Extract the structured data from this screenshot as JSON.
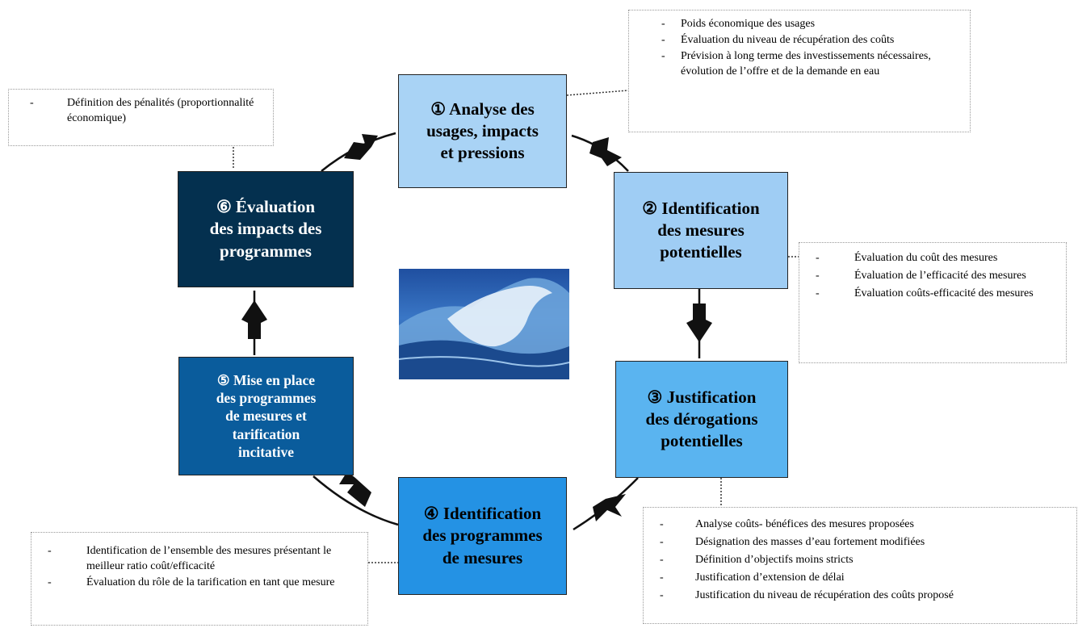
{
  "steps": [
    {
      "num": "①",
      "lines": [
        "Analyse des",
        "usages, impacts",
        "et pressions"
      ],
      "color": "#a9d3f5",
      "text_color": "#000000"
    },
    {
      "num": "②",
      "lines": [
        "Identification",
        "des mesures",
        "potentielles"
      ],
      "color": "#9fcdf4",
      "text_color": "#000000"
    },
    {
      "num": "③",
      "lines": [
        "Justification",
        "des dérogations",
        "potentielles"
      ],
      "color": "#5ab4f0",
      "text_color": "#000000"
    },
    {
      "num": "④",
      "lines": [
        "Identification",
        "des programmes",
        "de mesures"
      ],
      "color": "#2492e4",
      "text_color": "#000000"
    },
    {
      "num": "⑤",
      "lines": [
        "Mise en place",
        "des programmes",
        "de mesures et",
        "tarification",
        "incitative"
      ],
      "color": "#0a5c9c",
      "text_color": "#ffffff"
    },
    {
      "num": "⑥",
      "lines": [
        "Évaluation",
        "des impacts des",
        "programmes"
      ],
      "color": "#04304f",
      "text_color": "#ffffff"
    }
  ],
  "notes": {
    "top": [
      "Poids économique des usages",
      "Évaluation du niveau de récupération des coûts",
      "Prévision à long terme des investissements nécessaires, évolution de l’offre et de la demande en eau"
    ],
    "topleft": [
      "Définition des pénalités (proportionnalité économique)"
    ],
    "right": [
      "Évaluation du coût des mesures",
      "Évaluation de l’efficacité des mesures",
      "Évaluation coûts-efficacité des mesures"
    ],
    "bottomright": [
      "Analyse coûts- bénéfices des mesures proposées",
      "Désignation des masses d’eau fortement modifiées",
      "Définition d’objectifs moins stricts",
      "Justification d’extension de délai",
      "Justification du niveau de récupération des coûts proposé"
    ],
    "bottomleft": [
      "Identification de l’ensemble des mesures présentant le meilleur ratio coût/efficacité",
      "Évaluation du rôle de la tarification en tant que mesure"
    ]
  },
  "dash": "-",
  "center_image": "ocean-wave-photo"
}
